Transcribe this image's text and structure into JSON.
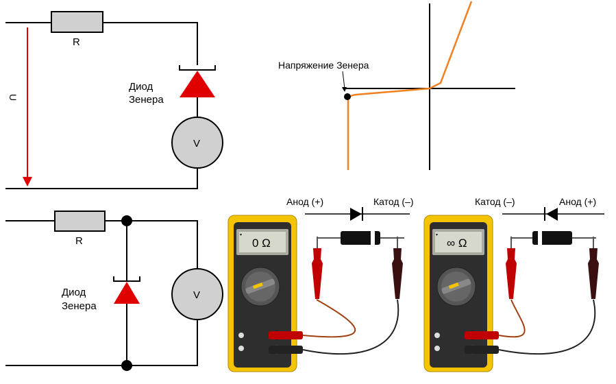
{
  "circuit_top": {
    "resistor_label": "R",
    "voltage_label": "U",
    "diode_label_line1": "Диод",
    "diode_label_line2": "Зенера",
    "meter_label": "V"
  },
  "iv_graph": {
    "annotation": "Напряжение Зенера"
  },
  "circuit_bottom": {
    "resistor_label": "R",
    "diode_label_line1": "Диод",
    "diode_label_line2": "Зенера",
    "meter_label": "V"
  },
  "test_forward": {
    "anode_label": "Анод (+)",
    "cathode_label": "Катод (–)",
    "display_value": "0 Ω"
  },
  "test_reverse": {
    "cathode_label": "Катод (–)",
    "anode_label": "Анод (+)",
    "display_value": "∞ Ω"
  },
  "colors": {
    "wire": "#000000",
    "voltage_arrow": "#e00000",
    "diode_fill": "#e00000",
    "resistor_fill": "#d0d0d0",
    "meter_fill": "#d0d0d0",
    "curve": "#f08020",
    "multimeter_body": "#f5c400",
    "probe_red": "#c00000",
    "probe_black": "#3a1010"
  }
}
